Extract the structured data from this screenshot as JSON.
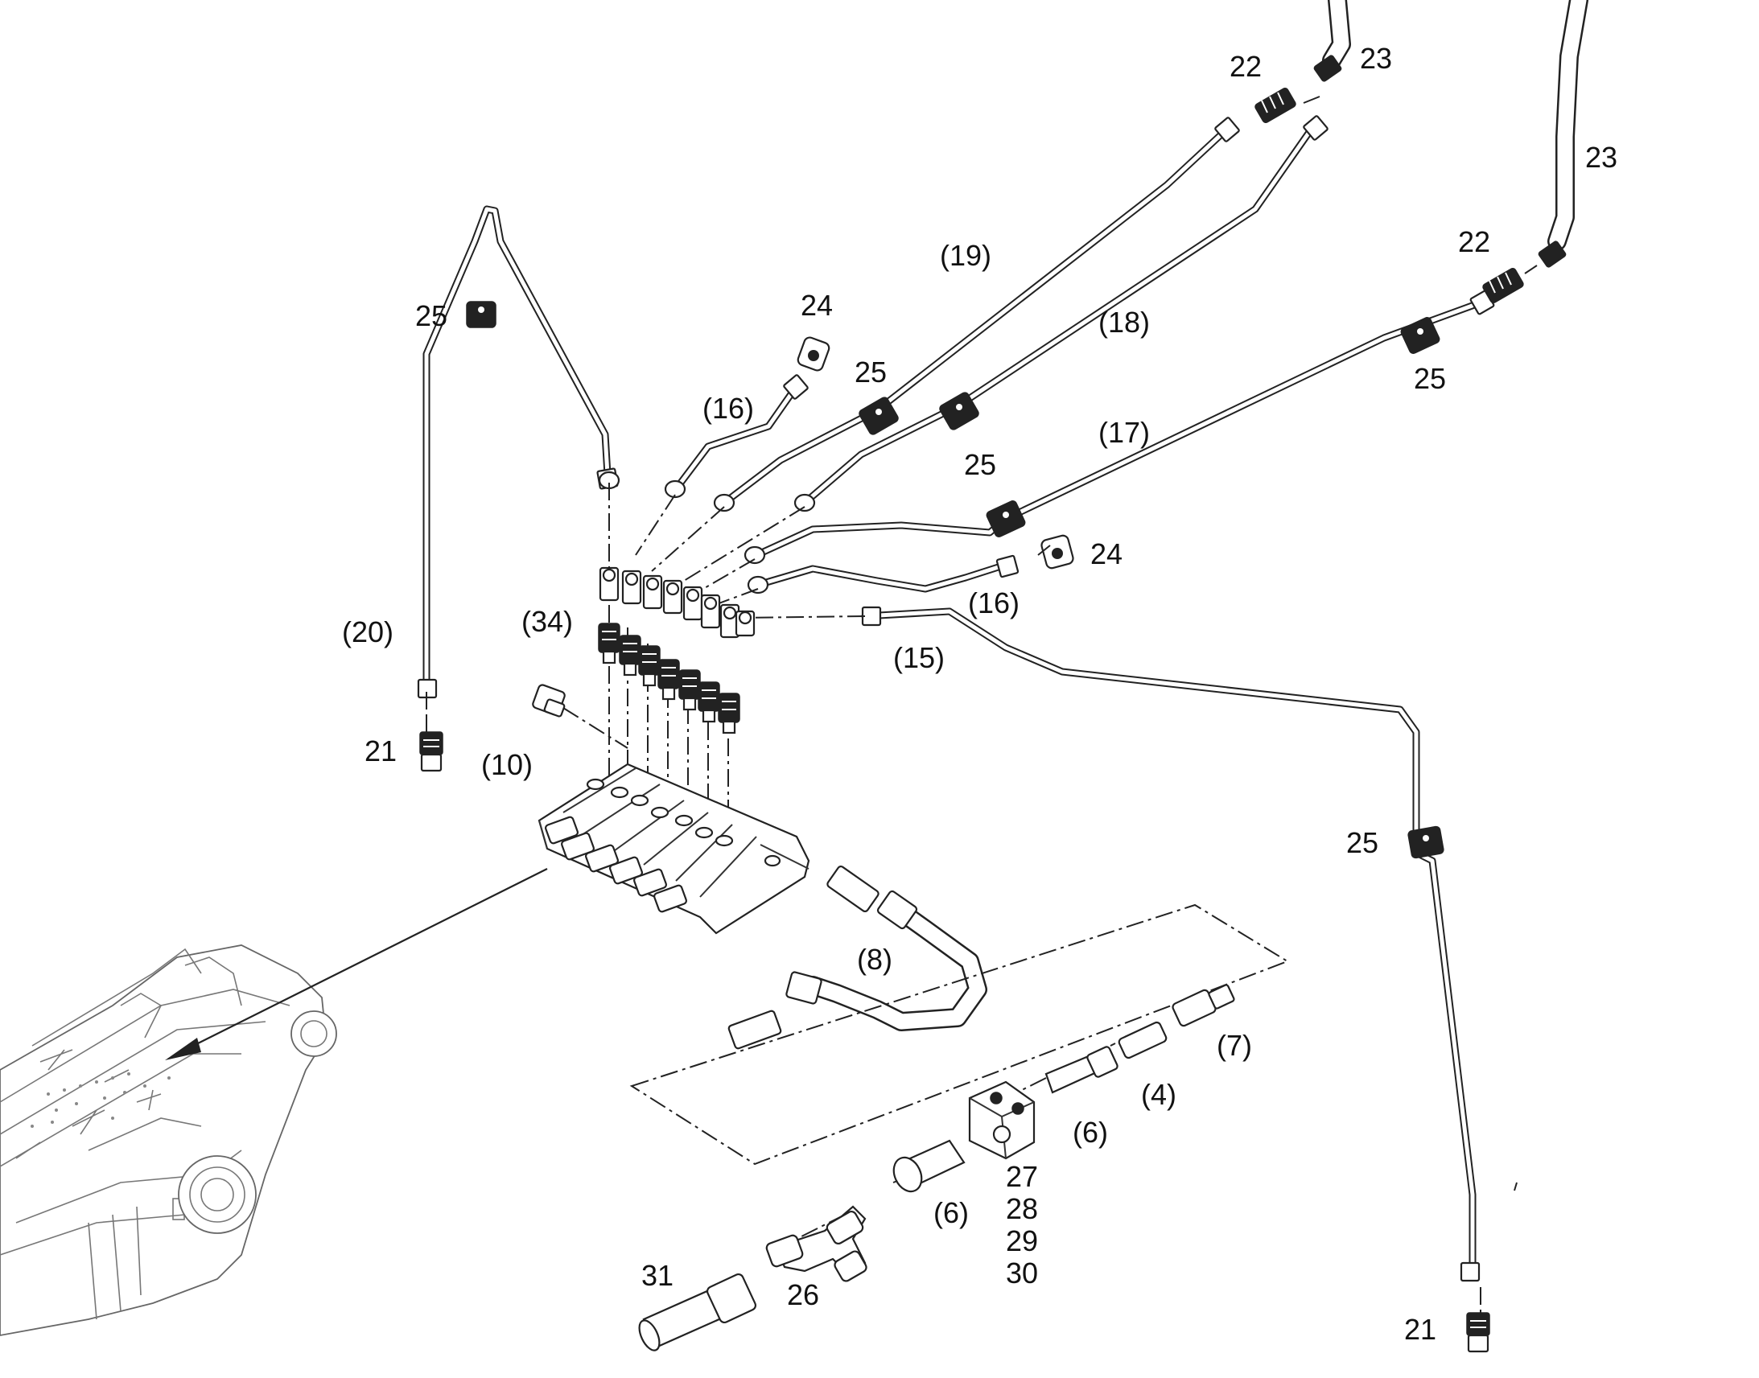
{
  "labels": {
    "p22a": "22",
    "p23a": "23",
    "p23b": "23",
    "p22b": "22",
    "p19": "(19)",
    "p18": "(18)",
    "p25a": "25",
    "p24a": "24",
    "p25b": "25",
    "p16a": "(16)",
    "p17": "(17)",
    "p25c": "25",
    "p25d": "25",
    "p24b": "24",
    "p16b": "(16)",
    "p34": "(34)",
    "p20": "(20)",
    "p15": "(15)",
    "p21a": "21",
    "p10": "(10)",
    "p25e": "25",
    "p8": "(8)",
    "p7": "(7)",
    "p4": "(4)",
    "p6a": "(6)",
    "p27": "27",
    "p28": "28",
    "p29": "29",
    "p30": "30",
    "p6b": "(6)",
    "p31": "31",
    "p26": "26",
    "p21b": "21"
  }
}
